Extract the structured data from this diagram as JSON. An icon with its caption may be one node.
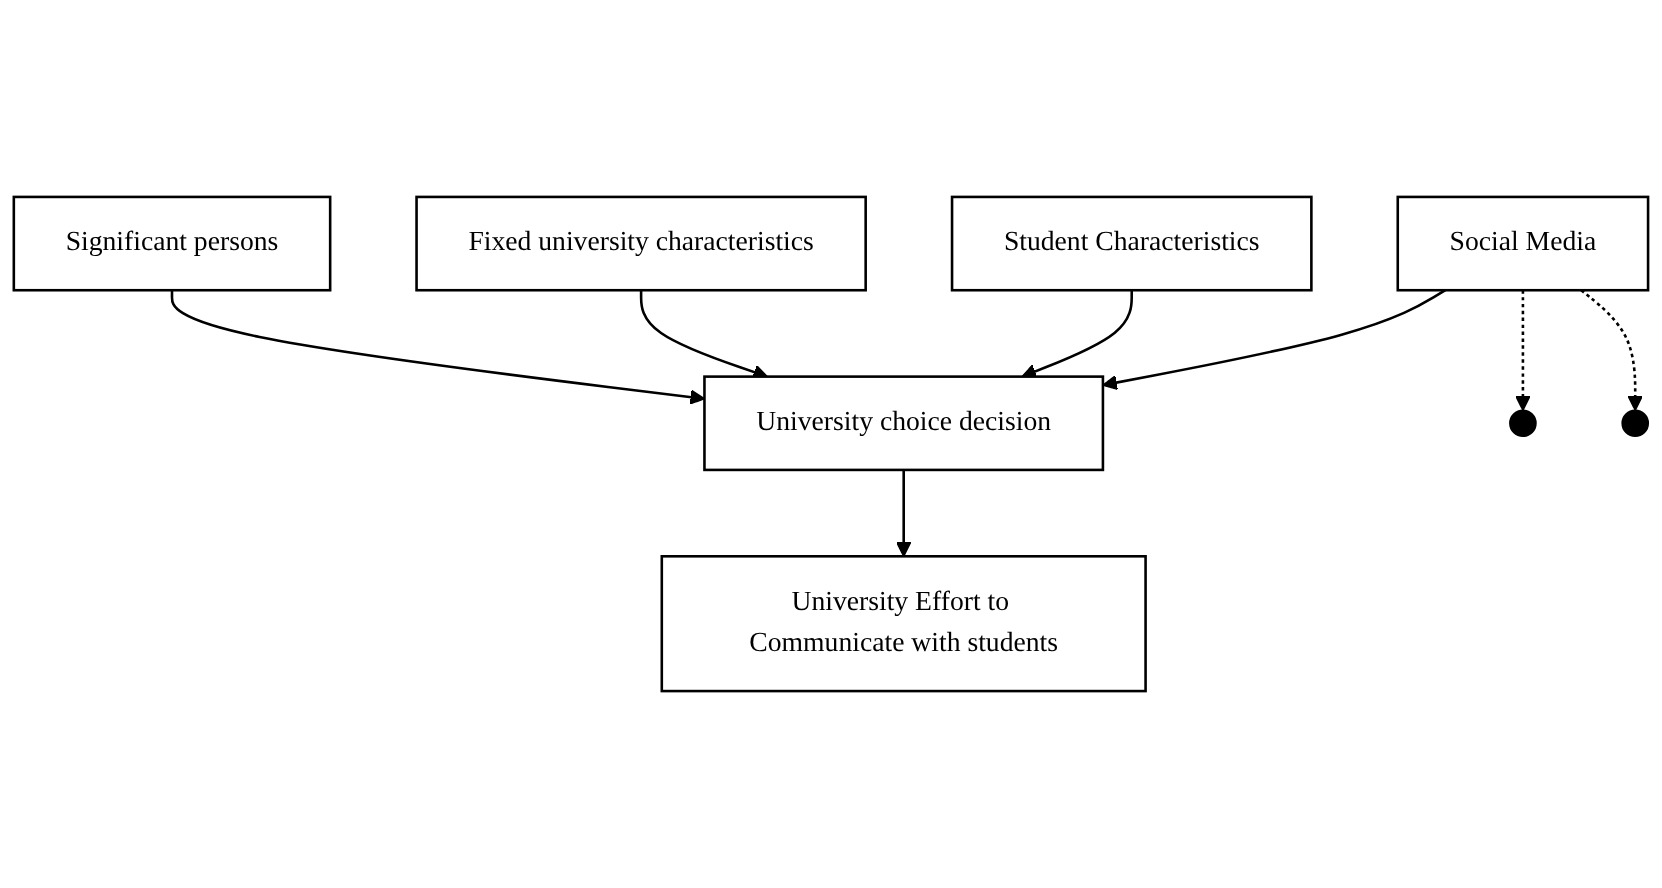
{
  "diagram": {
    "nodes": [
      {
        "text": [
          "Social Media"
        ]
      },
      {
        "text": [
          "Student Characteristics"
        ]
      },
      {
        "text": [
          "University choice decision"
        ]
      },
      {
        "text": [
          "University Effort to Communicate with students"
        ]
      },
      {
        "text": [
          "Fixed university characteristics"
        ]
      },
      {
        "text": [
          "Significant persons"
        ]
      }
    ],
    "edges": [
      {
        "from": 0,
        "to": 2,
        "arrow": "to"
      },
      {
        "from": 1,
        "to": 2,
        "arrow": "to"
      },
      {
        "from": 2,
        "to": 3,
        "arrow": "to"
      },
      {
        "from": 4,
        "to": 2,
        "arrow": "to"
      },
      {
        "from": 5,
        "to": 2,
        "arrow": "to"
      },
      {
        "from": 0,
        "to": null,
        "arrow": "to",
        "style": "dashed"
      },
      {
        "from": 0,
        "to": null,
        "arrow": "to",
        "style": "dashed"
      }
    ]
  }
}
